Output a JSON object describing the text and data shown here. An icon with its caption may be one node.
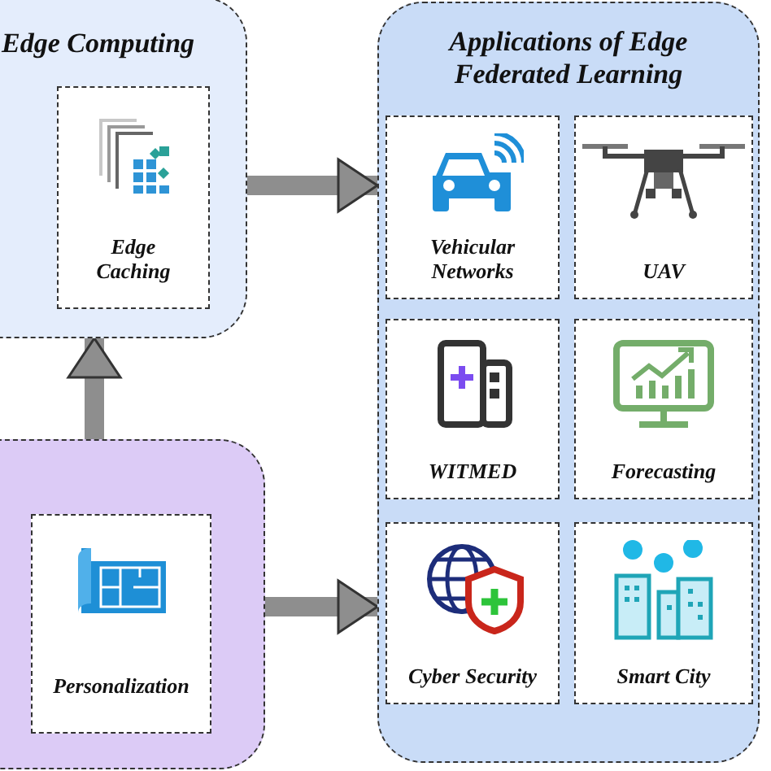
{
  "diagram": {
    "nodes": [
      {
        "text": [
          "Edge Computing"
        ]
      },
      {
        "text": [
          "Edge Caching"
        ],
        "in": 0
      },
      {
        "text": [],
        "shape": "box"
      },
      {
        "text": [
          "Personalization"
        ],
        "in": 2
      },
      {
        "text": [
          "Applications of Edge Federated Learning"
        ]
      },
      {
        "text": [
          "Vehicular Networks"
        ],
        "in": 4
      },
      {
        "text": [
          "UAV"
        ],
        "in": 4
      },
      {
        "text": [
          "WITMED"
        ],
        "in": 4
      },
      {
        "text": [
          "Forecasting"
        ],
        "in": 4
      },
      {
        "text": [
          "Cyber Security"
        ],
        "in": 4
      },
      {
        "text": [
          "Smart City"
        ],
        "in": 4
      }
    ],
    "edges": [
      {
        "from": 2,
        "to": 0,
        "arrow": "to"
      },
      {
        "from": 0,
        "to": 4,
        "arrow": "to"
      },
      {
        "from": 2,
        "to": 4,
        "arrow": "to"
      }
    ]
  }
}
